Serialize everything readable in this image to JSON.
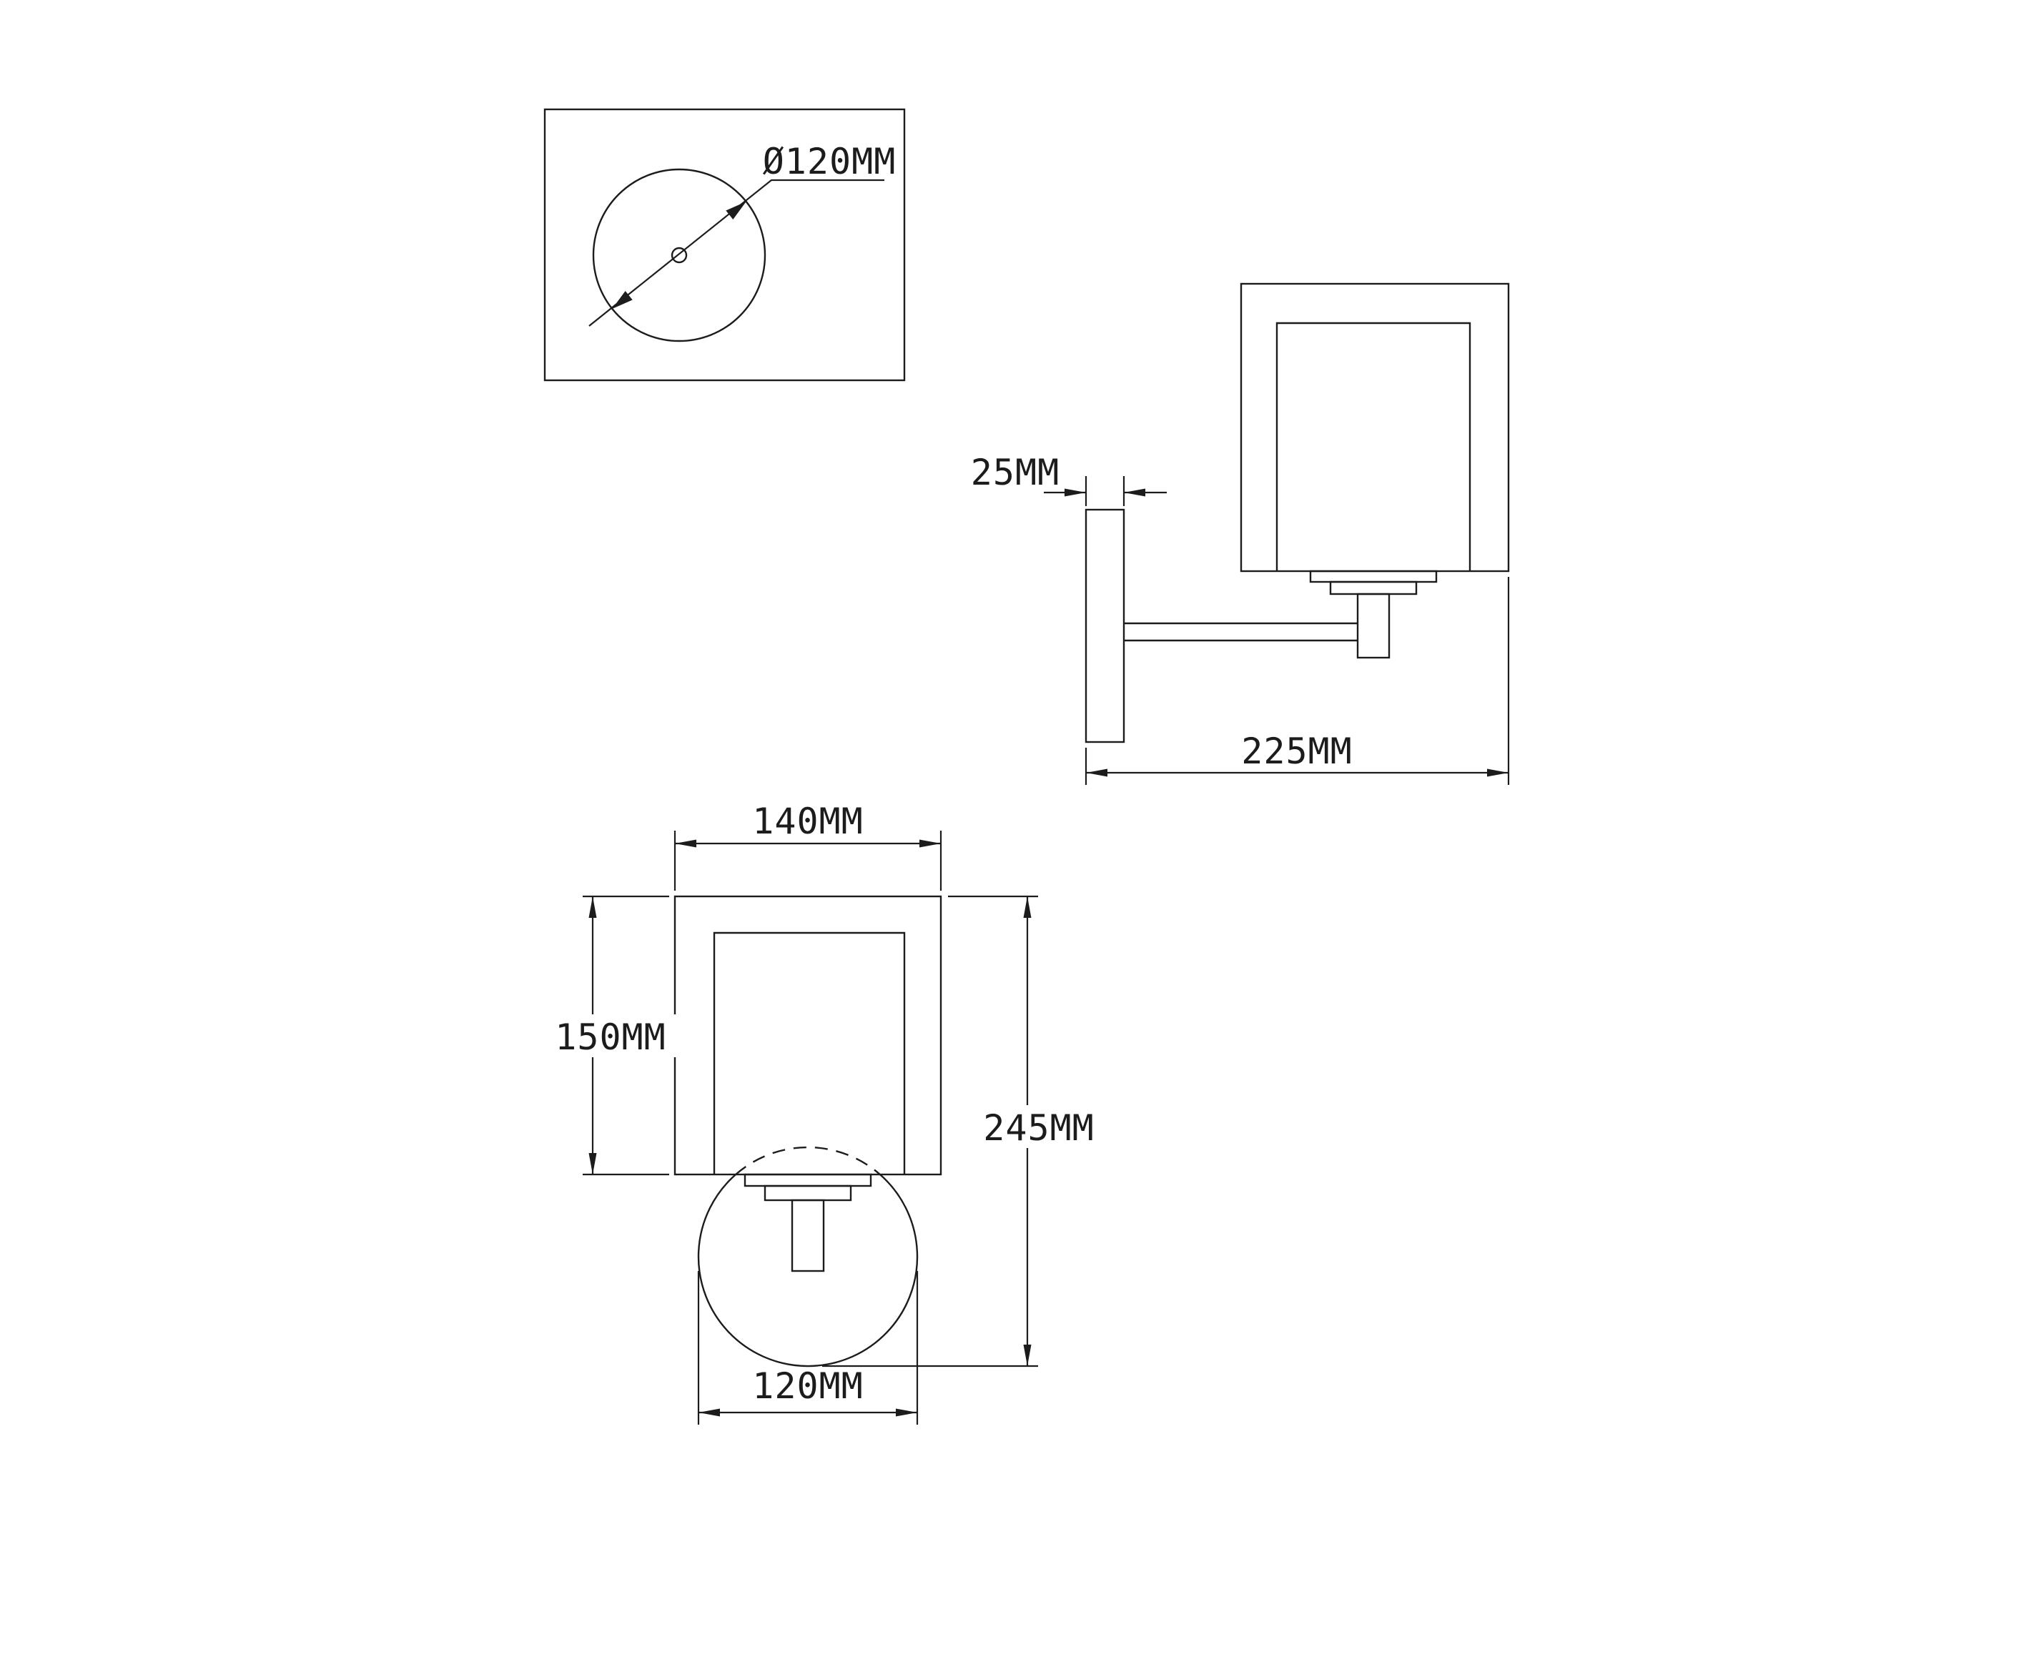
{
  "page": {
    "background": "#ffffff"
  },
  "drawing": {
    "type": "technical-dimension-drawing",
    "subject": "wall sconce light fixture, three orthographic views",
    "stroke_color": "#1c1c1c",
    "labels": {
      "top_diameter": "Ø120MM",
      "wall_plate_depth": "25MM",
      "total_depth": "225MM",
      "shade_width": "140MM",
      "shade_height": "150MM",
      "total_height": "245MM",
      "globe_diameter": "120MM"
    }
  }
}
